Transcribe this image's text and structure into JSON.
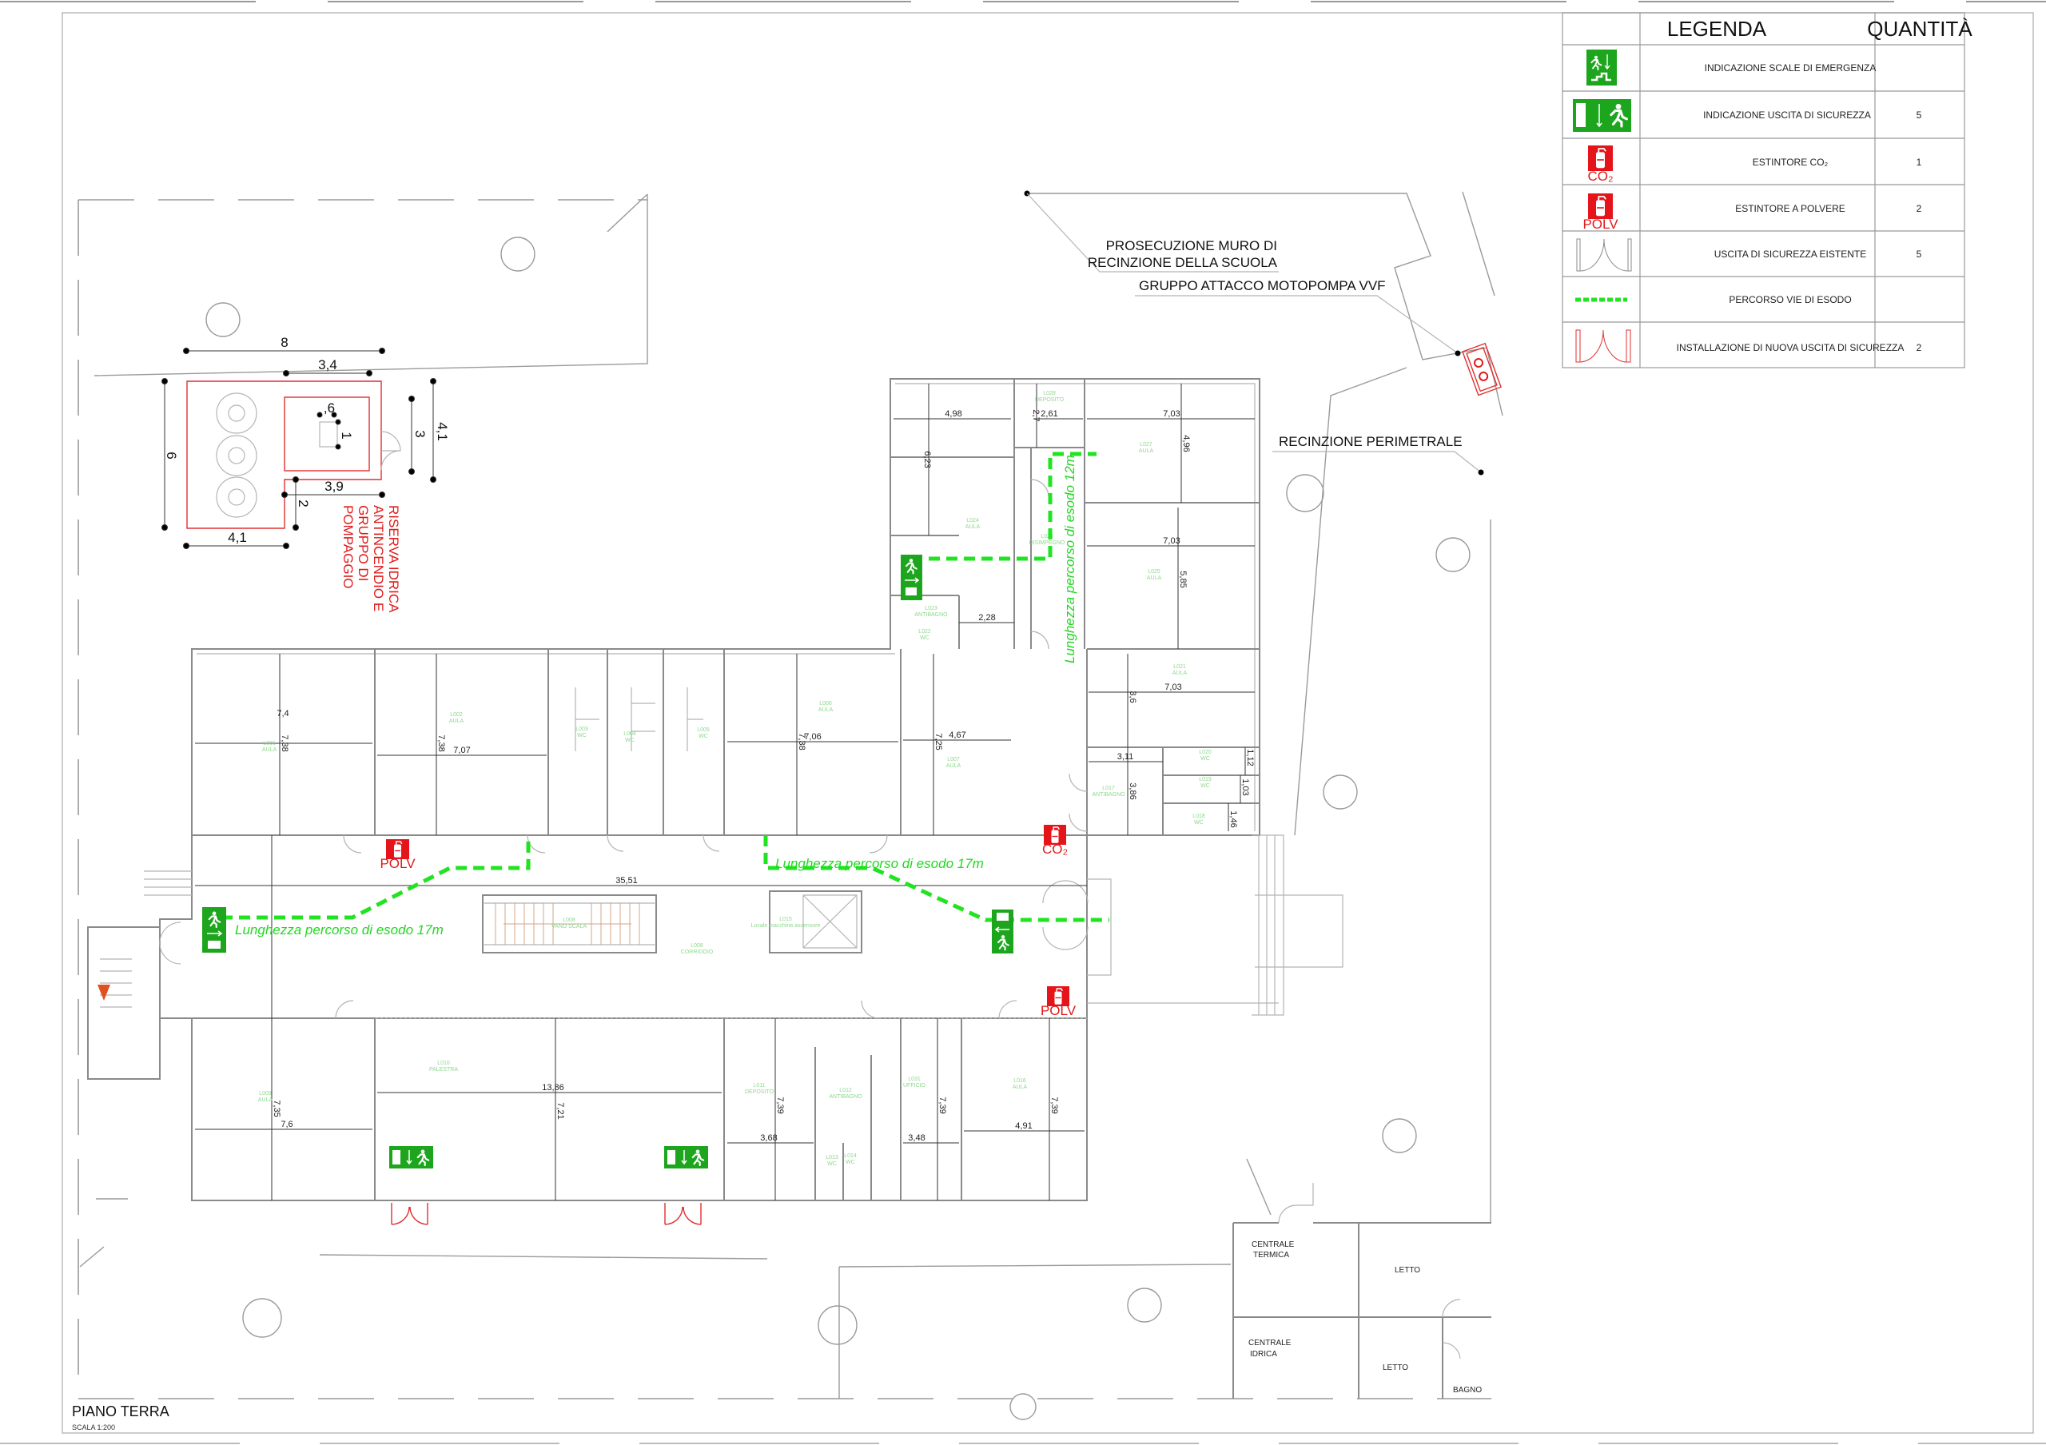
{
  "legend": {
    "title": "LEGENDA",
    "qty_header": "QUANTITÀ",
    "rows": [
      {
        "icon": "emergency-stairs-sign-icon",
        "label": "INDICAZIONE SCALE DI EMERGENZA",
        "qty": ""
      },
      {
        "icon": "emergency-exit-sign-icon",
        "label": "INDICAZIONE USCITA DI SICUREZZA",
        "qty": "5"
      },
      {
        "icon": "co2-extinguisher-icon",
        "icon_caption": "CO₂",
        "label": "ESTINTORE CO₂",
        "qty": "1"
      },
      {
        "icon": "powder-extinguisher-icon",
        "icon_caption": "POLV",
        "label": "ESTINTORE A POLVERE",
        "qty": "2"
      },
      {
        "icon": "existing-exit-door-icon",
        "label": "USCITA DI SICUREZZA EISTENTE",
        "qty": "5"
      },
      {
        "icon": "escape-route-dash-icon",
        "label": "PERCORSO VIE DI ESODO",
        "qty": ""
      },
      {
        "icon": "new-exit-door-icon",
        "label": "INSTALLAZIONE DI NUOVA USCITA DI SICUREZZA",
        "qty": "2"
      }
    ]
  },
  "notes": {
    "wall_line1": "PROSECUZIONE MURO DI",
    "wall_line2": "RECINZIONE DELLA SCUOLA",
    "pump": "GRUPPO ATTACCO MOTOPOMPA VVF",
    "perimeter": "RECINZIONE PERIMETRALE",
    "reserve": [
      "RISERVA IDRICA",
      "ANTINCENDIO E",
      "GRUPPO DI",
      "POMPAGGIO"
    ]
  },
  "escape_labels": {
    "left": "Lunghezza percorso di esodo 17m",
    "right": "Lunghezza percorso di esodo 17m",
    "upper": "Lunghezza percorso di esodo 12m"
  },
  "extinguisher_captions": {
    "polv": "POLV",
    "co2": "CO₂"
  },
  "title": {
    "name": "PIANO TERRA",
    "scale": "SCALA 1:200"
  },
  "pump_dims": [
    "8",
    "3,4",
    ",6",
    "1",
    "3",
    "4,1",
    "6",
    "3,9",
    "2",
    "4,1"
  ],
  "dims": [
    "4,98",
    "2,7",
    "2,61",
    "7,03",
    "6,23",
    "4,96",
    "7,03",
    "5,85",
    "2,28",
    "7,4",
    "7,38",
    "7,38",
    "7,07",
    "7,06",
    "7,38",
    "7,25",
    "4,67",
    "7,03",
    "3,6",
    "3,11",
    "3,86",
    "1,12",
    "1,03",
    "1,46",
    "35,51",
    "7,35",
    "7,6",
    "13,86",
    "7,21",
    "3,68",
    "7,39",
    "3,48",
    "7,39",
    "4,91",
    "7,39"
  ],
  "rooms": [
    {
      "code": "L001",
      "name": "AULA"
    },
    {
      "code": "L002",
      "name": "AULA"
    },
    {
      "code": "L003",
      "name": "WC"
    },
    {
      "code": "L004",
      "name": "WC"
    },
    {
      "code": "L005",
      "name": "WC"
    },
    {
      "code": "L006",
      "name": "AULA"
    },
    {
      "code": "L007",
      "name": "AULA"
    },
    {
      "code": "L021",
      "name": "AULA"
    },
    {
      "code": "L017",
      "name": "ANTIBAGNO"
    },
    {
      "code": "L020",
      "name": "WC"
    },
    {
      "code": "L019",
      "name": "WC"
    },
    {
      "code": "L018",
      "name": "WC"
    },
    {
      "code": "L008",
      "name": "VANO SCALA"
    },
    {
      "code": "L008",
      "name": "CORRIDOIO"
    },
    {
      "code": "L015",
      "name": "Locale macchina ascensore"
    },
    {
      "code": "L009",
      "name": "AULA"
    },
    {
      "code": "L010",
      "name": "PALESTRA"
    },
    {
      "code": "L011",
      "name": "DEPOSITO"
    },
    {
      "code": "L012",
      "name": "ANTIBAGNO"
    },
    {
      "code": "L013",
      "name": "WC"
    },
    {
      "code": "L014",
      "name": "WC"
    },
    {
      "code": "L031",
      "name": "UFFICIO"
    },
    {
      "code": "L016",
      "name": "AULA"
    },
    {
      "code": "L028",
      "name": "DEPOSITO"
    },
    {
      "code": "L027",
      "name": "AULA"
    },
    {
      "code": "L024",
      "name": "AULA"
    },
    {
      "code": "L026",
      "name": "DISIMPEGNO"
    },
    {
      "code": "L025",
      "name": "AULA"
    },
    {
      "code": "L023",
      "name": "ANTIBAGNO"
    },
    {
      "code": "L022",
      "name": "WC"
    }
  ],
  "annex_rooms": [
    "CENTRALE",
    "TERMICA",
    "LETTO",
    "CENTRALE",
    "IDRICA",
    "LETTO",
    "BAGNO"
  ],
  "colors": {
    "sign_green": "#1ea51e",
    "route_green": "#22e322",
    "extinguisher_red": "#e5141b",
    "new_exit_red": "#e03030"
  }
}
